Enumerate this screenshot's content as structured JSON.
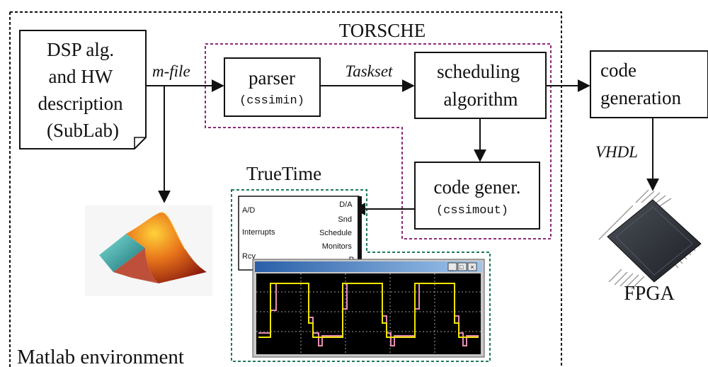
{
  "env": {
    "label": "Matlab environment"
  },
  "torsche": {
    "label": "TORSCHE"
  },
  "truetime": {
    "label": "TrueTime"
  },
  "doc": {
    "line1": "DSP alg.",
    "line2": "and HW",
    "line3": "description",
    "line4": "(SubLab)"
  },
  "parser": {
    "title": "parser",
    "sub": "(cssimin)"
  },
  "scheduler": {
    "line1": "scheduling",
    "line2": "algorithm"
  },
  "codegen": {
    "title": "code gener.",
    "sub": "(cssimout)"
  },
  "codegen_ext": {
    "line1": "code",
    "line2": "generation"
  },
  "edges": {
    "mfile": "m-file",
    "taskset": "Taskset",
    "vhdl": "VHDL"
  },
  "fpga": {
    "label": "FPGA"
  },
  "tt_block": {
    "in_ports": [
      "A/D",
      "Interrupts",
      "Rcv"
    ],
    "out_ports": [
      "D/A",
      "Snd",
      "Schedule",
      "Monitors",
      "P"
    ]
  },
  "scope": {
    "btns": [
      "_",
      "□",
      "×"
    ]
  },
  "colors": {
    "torsche_border": "#8b2a7a",
    "truetime_border": "#1e7a5a",
    "signal_yellow": "#f2e600",
    "signal_pink": "#e58fb5",
    "scope_bg": "#000000",
    "scope_title": "#3f7fc4"
  }
}
